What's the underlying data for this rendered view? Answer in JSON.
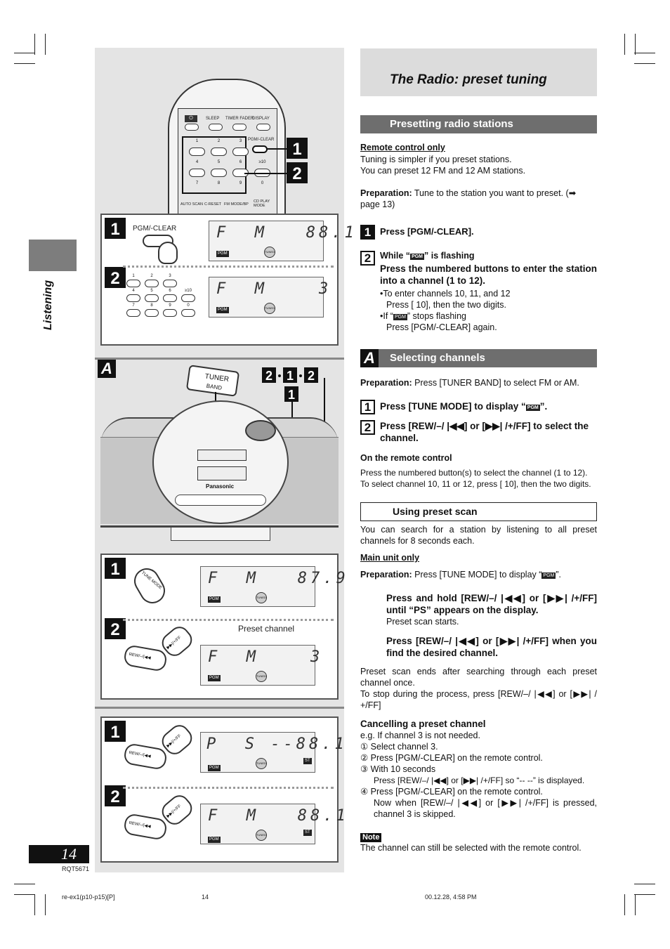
{
  "page": {
    "number": "14",
    "side_label": "Listening",
    "model_code": "RQT5671",
    "footer_left": "re-ex1(p10-p15)[P]",
    "footer_center": "14",
    "footer_right": "00.12.28, 4:58 PM"
  },
  "title": "The Radio: preset tuning",
  "figures": {
    "remote": {
      "buttons_top": [
        "SLEEP",
        "TIMER FADER",
        "DISPLAY"
      ],
      "pgm_clear": "PGM/-CLEAR",
      "digits": [
        "1",
        "2",
        "3",
        "4",
        "5",
        "6",
        "≥10",
        "7",
        "8",
        "9",
        "0"
      ],
      "bottom": [
        "AUTO SCAN",
        "C-RESET",
        "FM MODE/BP",
        "CD PLAY MODE"
      ],
      "callouts": [
        "1",
        "2"
      ]
    },
    "preset_box": {
      "step1": "1",
      "step2": "2",
      "pgm_label": "PGM/-CLEAR",
      "lcd1": "F  M   88.1",
      "lcd2": "F  M    3",
      "tag_pgm": "PGM",
      "tuned": "TUNED",
      "digits": [
        "1",
        "2",
        "3",
        "4",
        "5",
        "6",
        "≥10",
        "7",
        "8",
        "9",
        "0"
      ]
    },
    "unit": {
      "marker": "A",
      "tuner_tag": "TUNER",
      "band": "BAND",
      "brand": "Panasonic",
      "callouts_top": [
        "2",
        "1",
        "2"
      ],
      "callout_low": "1"
    },
    "select_box": {
      "step1": "1",
      "step2": "2",
      "tune_mode": "TUNE MODE",
      "lcd1": "F  M   87.9",
      "lcd2": "F  M    3",
      "preset_channel": "Preset channel",
      "rew": "REW/–/|◀◀",
      "ff": "▶▶|/+/FF",
      "tag_pgm": "PGM",
      "tuned": "TUNED"
    },
    "scan_box": {
      "step1": "1",
      "step2": "2",
      "lcd1": "P  S --88.1",
      "lcd2": "F  M   88.1",
      "rew": "REW/–/|◀◀",
      "ff": "▶▶|/+/FF",
      "tag_pgm": "PGM",
      "tag_st": "ST",
      "tuned": "TUNED"
    }
  },
  "presetting": {
    "heading": "Presetting radio stations",
    "remote_only": "Remote control only",
    "intro1": "Tuning is simpler if you preset stations.",
    "intro2": "You can preset 12 FM and 12 AM stations.",
    "prep_label": "Preparation:",
    "prep_text": "Tune to the station you want to preset. (➡ page 13)",
    "step1_num": "1",
    "step1_text": "Press [PGM/-CLEAR].",
    "step2_num": "2",
    "step2_pre": "While “",
    "step2_pgm": "PGM",
    "step2_post": "” is flashing",
    "step2_bold": "Press the numbered buttons to enter the station into a channel (1 to 12).",
    "bullet1a": "•To enter channels 10, 11, and 12",
    "bullet1b": "Press [ 10], then the two digits.",
    "bullet2a_pre": "•If “",
    "bullet2a_pgm": "PGM",
    "bullet2a_post": "” stops flashing",
    "bullet2b": "Press [PGM/-CLEAR] again."
  },
  "selecting": {
    "marker": "A",
    "heading": "Selecting channels",
    "prep_label": "Preparation:",
    "prep_text": "Press [TUNER BAND] to select FM or AM.",
    "step1_num": "1",
    "step1_pre": "Press [TUNE MODE] to display “",
    "step1_pgm": "PGM",
    "step1_post": "”.",
    "step2_num": "2",
    "step2_text": "Press [REW/–/ |◀◀] or [▶▶| /+/FF] to select the channel.",
    "remote_heading": "On the remote control",
    "remote1": "Press the numbered button(s) to select the channel (1 to 12).",
    "remote2": "To select channel 10, 11 or 12, press [  10], then the two digits."
  },
  "scan": {
    "heading": "Using preset scan",
    "intro": "You can search for a station by listening to all preset channels for 8 seconds each.",
    "main_only": "Main unit only",
    "prep_label": "Preparation:",
    "prep_pre": "Press [TUNE MODE] to display “",
    "prep_pgm": "PGM",
    "prep_post": "”.",
    "step1_bold": "Press and hold [REW/–/ |◀◀] or [▶▶| /+/FF] until “PS” appears on the display.",
    "step1_sub": "Preset scan starts.",
    "step2_bold": "Press [REW/–/ |◀◀] or [▶▶| /+/FF] when you find the desired channel.",
    "end1": "Preset scan ends after searching through each preset channel once.",
    "end2": "To stop during the process, press [REW/–/ |◀◀] or [▶▶| / +/FF]"
  },
  "cancel": {
    "heading": "Cancelling a preset channel",
    "eg": "e.g. If channel 3 is not needed.",
    "s1": "① Select channel 3.",
    "s2": "② Press [PGM/-CLEAR] on the remote control.",
    "s3": "③ With 10 seconds",
    "s3b": "Press [REW/–/ |◀◀] or [▶▶| /+/FF] so “-- --” is displayed.",
    "s4": "④ Press [PGM/-CLEAR] on the remote control.",
    "s4b": "Now when [REW/–/ |◀◀] or [▶▶| /+/FF] is pressed, channel 3 is skipped.",
    "note_label": "Note",
    "note_text": "The channel can still be selected with the remote control."
  }
}
